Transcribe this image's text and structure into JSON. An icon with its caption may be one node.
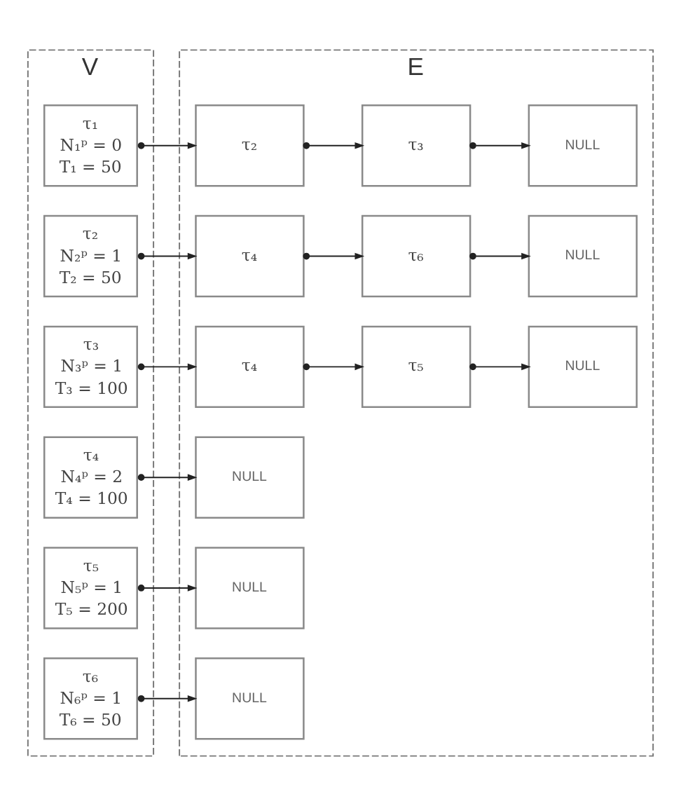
{
  "diagram": {
    "nodes": [
      {
        "text": [
          "V"
        ]
      },
      {
        "text": [
          "E"
        ]
      },
      {
        "text": [
          "τ₁",
          "N₁ᵖ = 0",
          "T₁ = 50"
        ],
        "in": 0
      },
      {
        "text": [
          "τ₂"
        ],
        "in": 1
      },
      {
        "text": [
          "τ₃"
        ],
        "in": 1
      },
      {
        "text": [
          "NULL"
        ],
        "in": 1
      },
      {
        "text": [
          "τ₂",
          "N₂ᵖ = 1",
          "T₂ = 50"
        ],
        "in": 0
      },
      {
        "text": [
          "τ₄"
        ],
        "in": 1
      },
      {
        "text": [
          "τ₆"
        ],
        "in": 1
      },
      {
        "text": [
          "NULL"
        ],
        "in": 1
      },
      {
        "text": [
          "τ₃",
          "N₃ᵖ = 1",
          "T₃ = 100"
        ],
        "in": 0
      },
      {
        "text": [
          "τ₄"
        ],
        "in": 1
      },
      {
        "text": [
          "τ₅"
        ],
        "in": 1
      },
      {
        "text": [
          "NULL"
        ],
        "in": 1
      },
      {
        "text": [
          "τ₄",
          "N₄ᵖ = 2",
          "T₄ = 100"
        ],
        "in": 0
      },
      {
        "text": [
          "NULL"
        ],
        "in": 1
      },
      {
        "text": [
          "τ₅",
          "N₅ᵖ = 1",
          "T₅ = 200"
        ],
        "in": 0
      },
      {
        "text": [
          "NULL"
        ],
        "in": 1
      },
      {
        "text": [
          "τ₆",
          "N₆ᵖ = 1",
          "T₆ = 50"
        ],
        "in": 0
      },
      {
        "text": [
          "NULL"
        ],
        "in": 1
      }
    ],
    "edges": [
      {
        "from": 2,
        "to": 3,
        "arrow": "to"
      },
      {
        "from": 3,
        "to": 4,
        "arrow": "to"
      },
      {
        "from": 4,
        "to": 5,
        "arrow": "to"
      },
      {
        "from": 6,
        "to": 7,
        "arrow": "to"
      },
      {
        "from": 7,
        "to": 8,
        "arrow": "to"
      },
      {
        "from": 8,
        "to": 9,
        "arrow": "to"
      },
      {
        "from": 10,
        "to": 11,
        "arrow": "to"
      },
      {
        "from": 11,
        "to": 12,
        "arrow": "to"
      },
      {
        "from": 12,
        "to": 13,
        "arrow": "to"
      },
      {
        "from": 14,
        "to": 15,
        "arrow": "to"
      },
      {
        "from": 16,
        "to": 17,
        "arrow": "to"
      },
      {
        "from": 18,
        "to": 19,
        "arrow": "to"
      }
    ]
  }
}
